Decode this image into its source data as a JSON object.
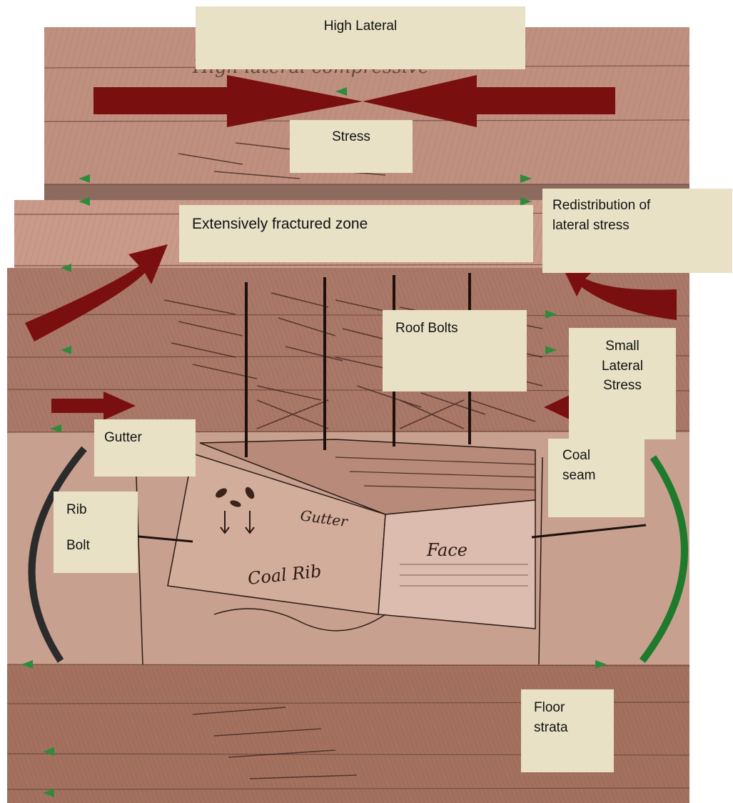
{
  "labels": {
    "high_lateral": "High Lateral",
    "stress": "Stress",
    "fractured_zone": "Extensively fractured zone",
    "redistribution": "Redistribution of\nlateral stress",
    "roof_bolts": "Roof Bolts",
    "small_lateral_stress": "Small\nLateral\nStress",
    "gutter_box": "Gutter",
    "coal_seam": "Coal\nseam",
    "rib": "Rib",
    "bolt": "Bolt",
    "floor_strata": "Floor\nstrata"
  },
  "sketch_text": {
    "gutter": "Gutter",
    "face": "Face",
    "coal_rib": "Coal Rib",
    "compressive_fragment": "High lateral compressive"
  },
  "colors": {
    "rock_light": "#c99a87",
    "rock_mid": "#b68271",
    "rock_dark": "#9a6a5b",
    "arrow_red": "#7a0f0f",
    "label_bg": "#e8e1c6",
    "green_marker": "#2e8b3a",
    "pencil": "#2a1a12"
  }
}
